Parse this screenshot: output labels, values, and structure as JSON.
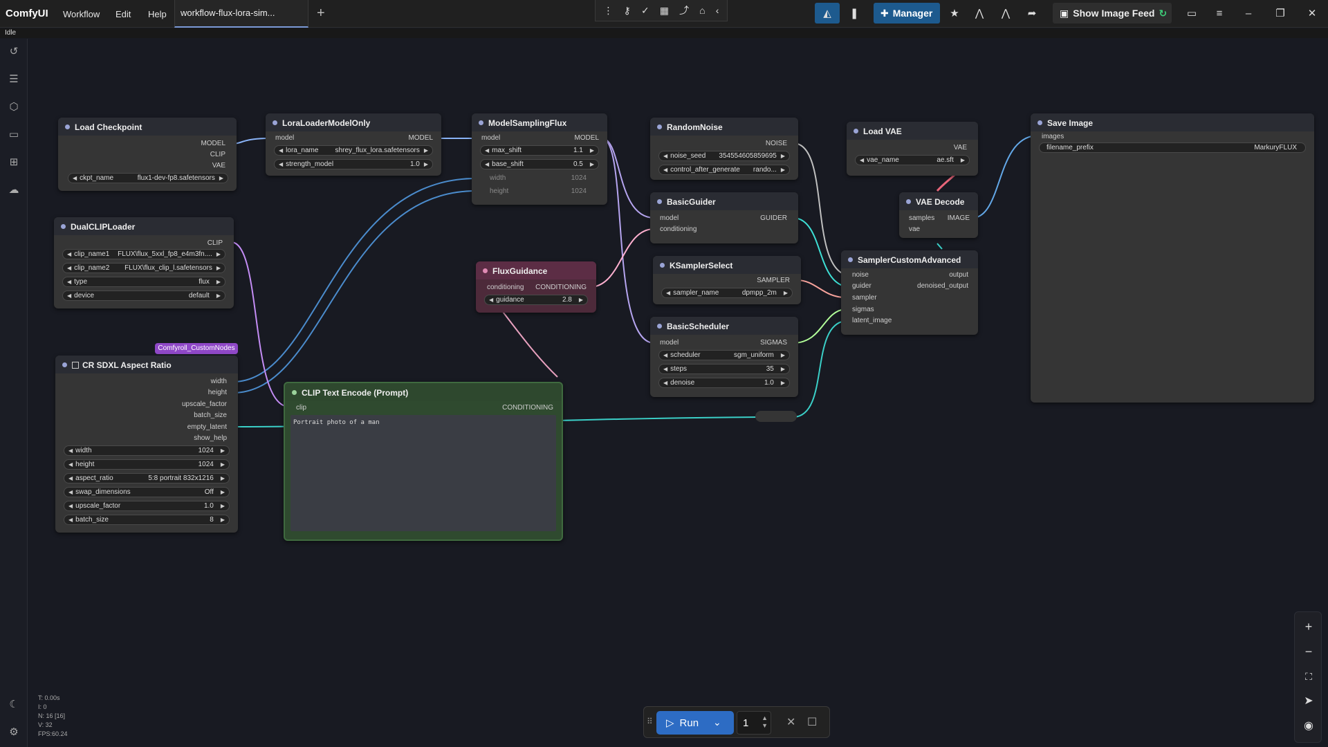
{
  "app": {
    "logo": "ComfyUI",
    "menu": [
      "Workflow",
      "Edit",
      "Help"
    ],
    "tab_title": "workflow-flux-lora-sim...",
    "tab_plus": "+",
    "manager_label": "Manager",
    "image_feed_label": "Show Image Feed",
    "status": "Idle"
  },
  "stats": {
    "t": "T: 0.00s",
    "i": "I: 0",
    "n": "N: 16 [16]",
    "v": "V: 32",
    "fps": "FPS:60.24"
  },
  "run": {
    "label": "Run",
    "count": "1"
  },
  "custom_tag": "Comfyroll_CustomNodes",
  "nodes": {
    "load_checkpoint": {
      "title": "Load Checkpoint",
      "out_model": "MODEL",
      "out_clip": "CLIP",
      "out_vae": "VAE",
      "w_label": "ckpt_name",
      "w_value": "flux1-dev-fp8.safetensors"
    },
    "lora": {
      "title": "LoraLoaderModelOnly",
      "in_model": "model",
      "out_model": "MODEL",
      "w1_label": "lora_name",
      "w1_value": "shrey_flux_lora.safetensors",
      "w2_label": "strength_model",
      "w2_value": "1.0"
    },
    "msf": {
      "title": "ModelSamplingFlux",
      "in_model": "model",
      "out_model": "MODEL",
      "w1_label": "max_shift",
      "w1_value": "1.1",
      "w2_label": "base_shift",
      "w2_value": "0.5",
      "w3_label": "width",
      "w3_value": "1024",
      "w4_label": "height",
      "w4_value": "1024"
    },
    "random_noise": {
      "title": "RandomNoise",
      "out": "NOISE",
      "w1_label": "noise_seed",
      "w1_value": "354554605859695",
      "w2_label": "control_after_generate",
      "w2_value": "rando..."
    },
    "basic_guider": {
      "title": "BasicGuider",
      "in1": "model",
      "in2": "conditioning",
      "out": "GUIDER"
    },
    "ksampler_select": {
      "title": "KSamplerSelect",
      "out": "SAMPLER",
      "w_label": "sampler_name",
      "w_value": "dpmpp_2m"
    },
    "basic_scheduler": {
      "title": "BasicScheduler",
      "in": "model",
      "out": "SIGMAS",
      "w1_label": "scheduler",
      "w1_value": "sgm_uniform",
      "w2_label": "steps",
      "w2_value": "35",
      "w3_label": "denoise",
      "w3_value": "1.0"
    },
    "load_vae": {
      "title": "Load VAE",
      "out": "VAE",
      "w_label": "vae_name",
      "w_value": "ae.sft"
    },
    "vae_decode": {
      "title": "VAE Decode",
      "in1": "samples",
      "in2": "vae",
      "out": "IMAGE"
    },
    "sampler_adv": {
      "title": "SamplerCustomAdvanced",
      "in1": "noise",
      "in2": "guider",
      "in3": "sampler",
      "in4": "sigmas",
      "in5": "latent_image",
      "out1": "output",
      "out2": "denoised_output"
    },
    "save_image": {
      "title": "Save Image",
      "in": "images",
      "w_label": "filename_prefix",
      "w_value": "MarkuryFLUX"
    },
    "dual_clip": {
      "title": "DualCLIPLoader",
      "out": "CLIP",
      "w1_label": "clip_name1",
      "w1_value": "FLUX\\flux_5xxl_fp8_e4m3fn....",
      "w2_label": "clip_name2",
      "w2_value": "FLUX\\flux_clip_l.safetensors",
      "w3_label": "type",
      "w3_value": "flux",
      "w4_label": "device",
      "w4_value": "default"
    },
    "flux_guidance": {
      "title": "FluxGuidance",
      "in": "conditioning",
      "out": "CONDITIONING",
      "w_label": "guidance",
      "w_value": "2.8"
    },
    "cr_aspect": {
      "title": "CR SDXL Aspect Ratio",
      "outs": [
        "width",
        "height",
        "upscale_factor",
        "batch_size",
        "empty_latent",
        "show_help"
      ],
      "widgets": [
        [
          "width",
          "1024"
        ],
        [
          "height",
          "1024"
        ],
        [
          "aspect_ratio",
          "5:8 portrait 832x1216"
        ],
        [
          "swap_dimensions",
          "Off"
        ],
        [
          "upscale_factor",
          "1.0"
        ],
        [
          "batch_size",
          "8"
        ]
      ]
    },
    "clip_text": {
      "title": "CLIP Text Encode (Prompt)",
      "in": "clip",
      "out": "CONDITIONING",
      "prompt": "Portrait photo of a man"
    }
  },
  "colors": {
    "model": "#b6a5f0",
    "clip": "#c48df5",
    "vae": "#e9667a",
    "conditioning": "#ffb0d0",
    "latent": "#3bd0c8",
    "noise": "#c0c0c0",
    "guider": "#3ee0d6",
    "sampler": "#f7a39c",
    "sigmas": "#b3ff9a",
    "image": "#63a8e8",
    "int": "#4b8ccd"
  }
}
